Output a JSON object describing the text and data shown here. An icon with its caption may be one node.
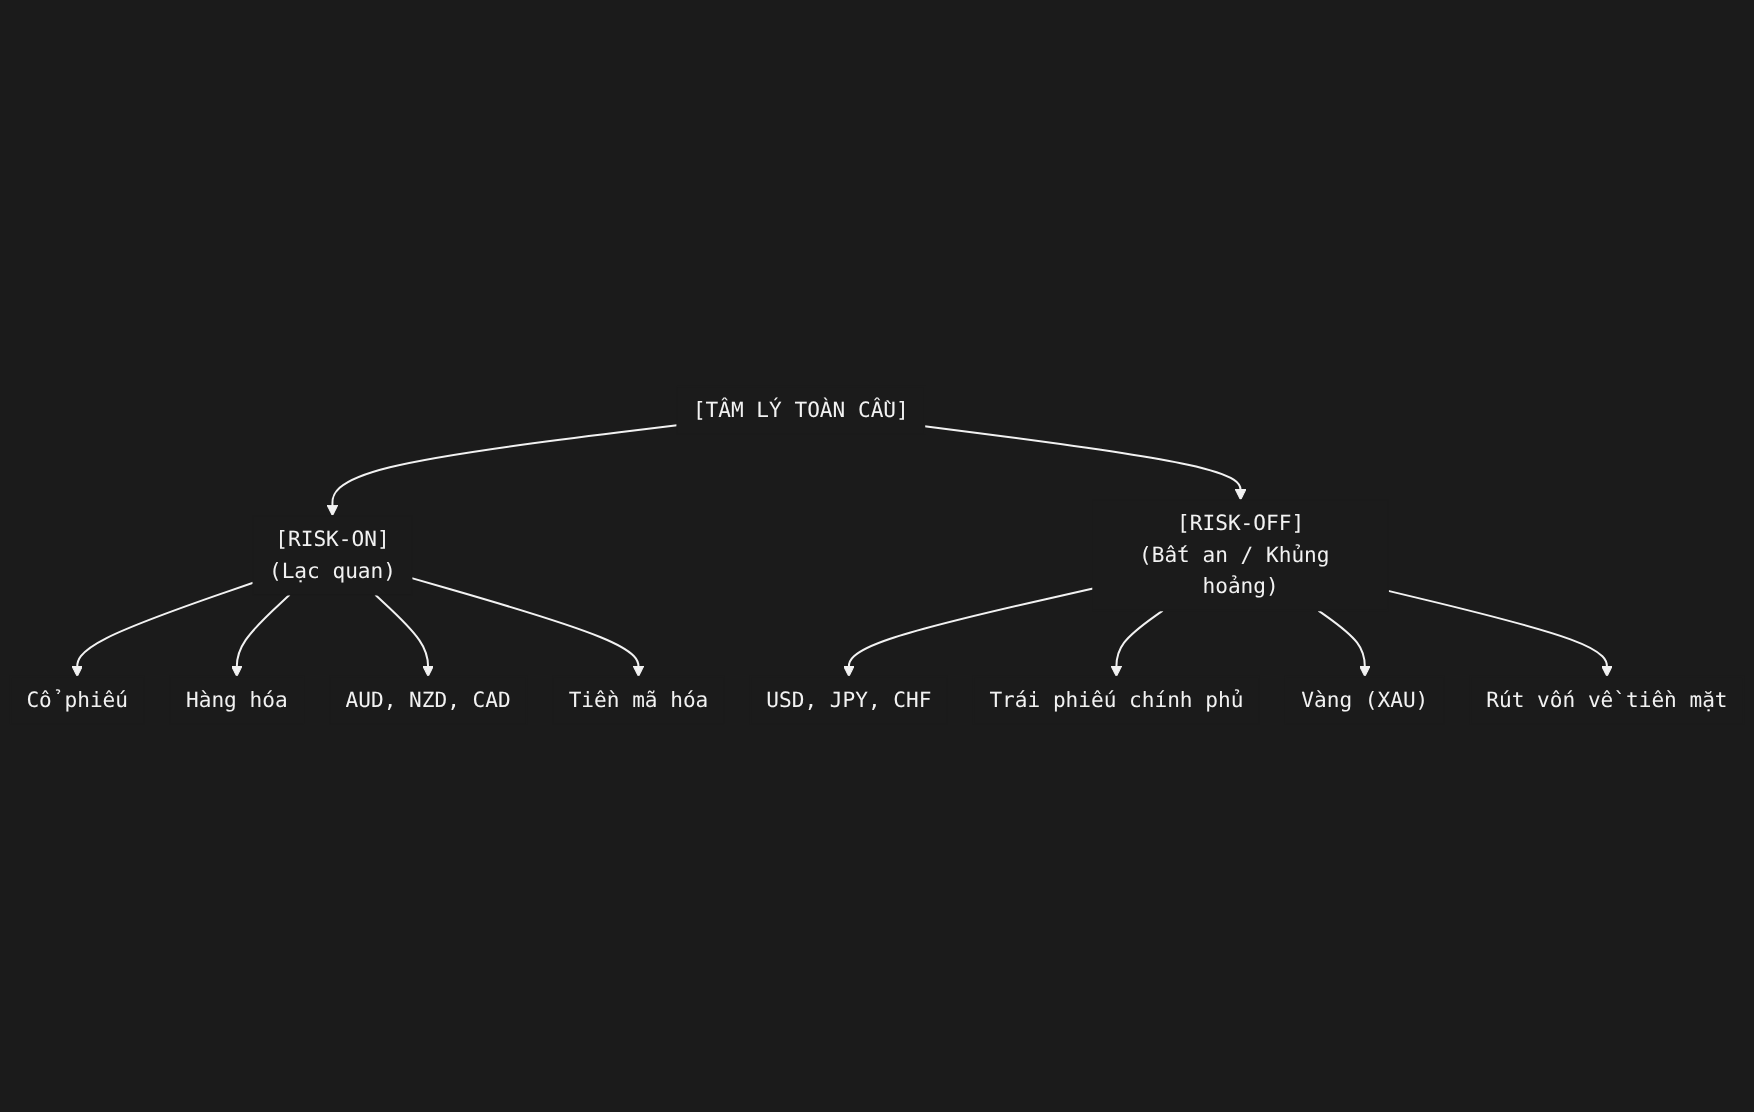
{
  "diagram": {
    "nodes": [
      {
        "text": [
          "[TÂM LÝ TOÀN CẦU]"
        ]
      },
      {
        "text": [
          "[RISK-ON]",
          "(Lạc quan)"
        ]
      },
      {
        "text": [
          "[RISK-OFF]",
          "(Bất an / Khủng hoảng)"
        ]
      },
      {
        "text": [
          "Cổ phiếu"
        ]
      },
      {
        "text": [
          "Hàng hóa"
        ]
      },
      {
        "text": [
          "AUD, NZD, CAD"
        ]
      },
      {
        "text": [
          "Tiền mã hóa"
        ]
      },
      {
        "text": [
          "USD, JPY, CHF"
        ]
      },
      {
        "text": [
          "Trái phiếu chính phủ"
        ]
      },
      {
        "text": [
          "Vàng (XAU)"
        ]
      },
      {
        "text": [
          "Rút vốn về tiền mặt"
        ]
      }
    ],
    "edges": [
      {
        "from": 0,
        "to": 1,
        "arrow": "to"
      },
      {
        "from": 0,
        "to": 2,
        "arrow": "to"
      },
      {
        "from": 1,
        "to": 3,
        "arrow": "to"
      },
      {
        "from": 1,
        "to": 4,
        "arrow": "to"
      },
      {
        "from": 1,
        "to": 5,
        "arrow": "to"
      },
      {
        "from": 1,
        "to": 6,
        "arrow": "to"
      },
      {
        "from": 2,
        "to": 7,
        "arrow": "to"
      },
      {
        "from": 2,
        "to": 8,
        "arrow": "to"
      },
      {
        "from": 2,
        "to": 9,
        "arrow": "to"
      },
      {
        "from": 2,
        "to": 10,
        "arrow": "to"
      }
    ]
  }
}
